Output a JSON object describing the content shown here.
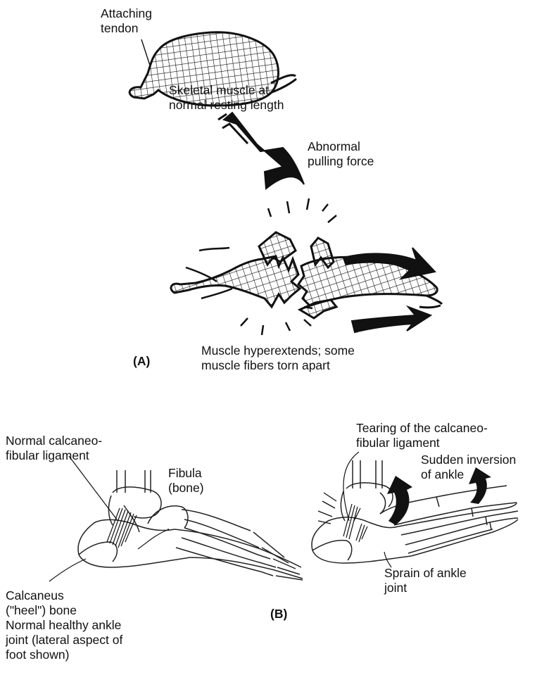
{
  "panel_a": {
    "label": "(A)",
    "attaching_tendon": [
      "Attaching",
      "tendon"
    ],
    "resting_muscle": [
      "Skeletal muscle at",
      "normal resting length"
    ],
    "pulling_force": [
      "Abnormal",
      "pulling force"
    ],
    "torn_muscle": [
      "Muscle hyperextends; some",
      "muscle fibers torn apart"
    ]
  },
  "panel_b": {
    "label": "(B)",
    "normal_ligament": [
      "Normal calcaneo-",
      "fibular ligament"
    ],
    "fibula": [
      "Fibula",
      "(bone)"
    ],
    "calcaneus": [
      "Calcaneus",
      "(\"heel\") bone"
    ],
    "healthy_caption": [
      "Normal healthy ankle",
      "joint (lateral aspect of",
      "foot shown)"
    ],
    "tearing": [
      "Tearing of the calcaneo-",
      "fibular ligament"
    ],
    "inversion": [
      "Sudden inversion",
      "of ankle"
    ],
    "sprain": [
      "Sprain of ankle",
      "joint"
    ]
  }
}
